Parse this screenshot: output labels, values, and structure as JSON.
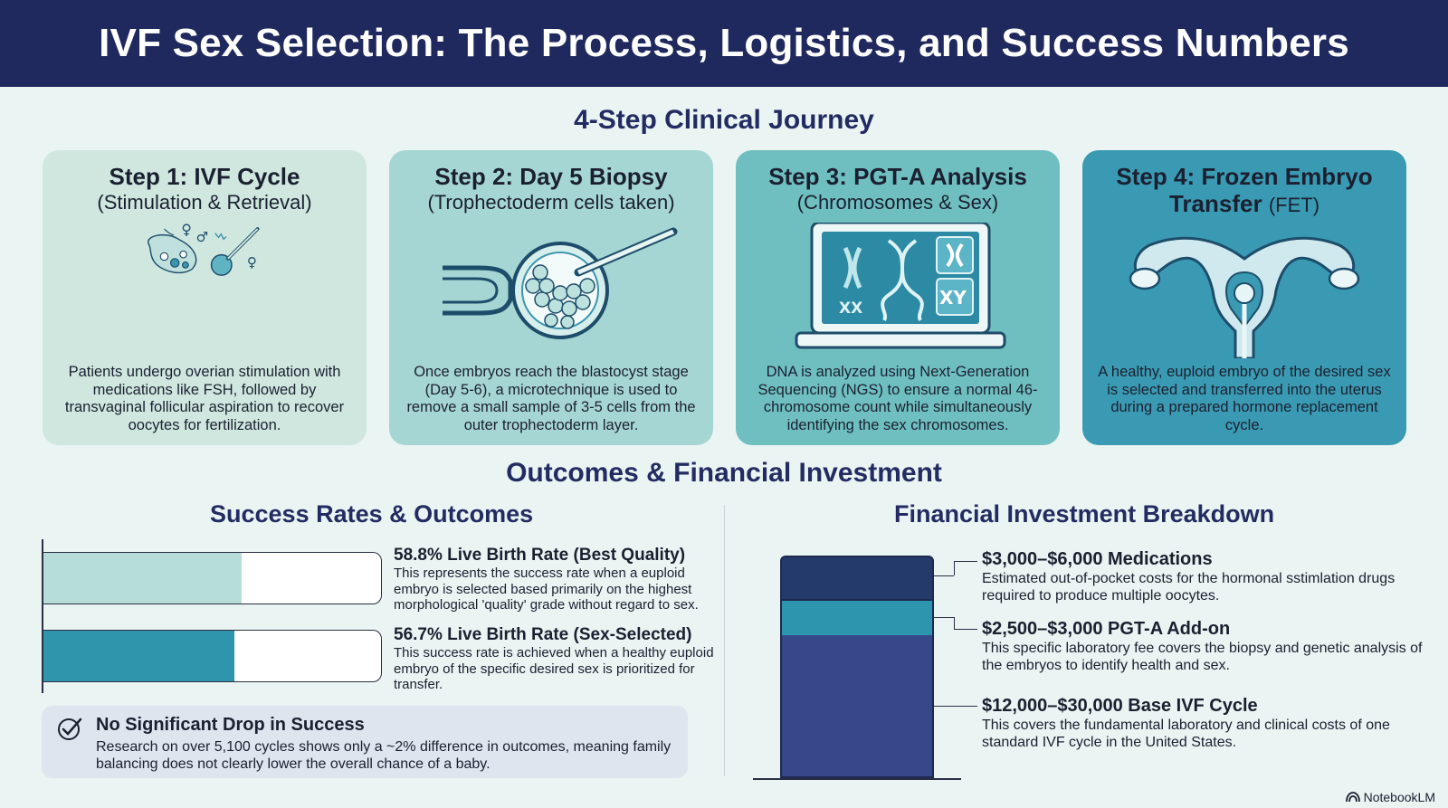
{
  "header": {
    "title": "IVF Sex Selection: The Process, Logistics, and Success Numbers"
  },
  "journey": {
    "title": "4-Step Clinical Journey",
    "steps": [
      {
        "title": "Step 1: IVF Cycle",
        "subtitle": "(Stimulation & Retrieval)",
        "description": "Patients undergo overian stimulation with medications like FSH, followed by transvaginal follicular aspiration to recover oocytes for fertilization.",
        "icon": "ovary-syringe-icon"
      },
      {
        "title": "Step 2: Day 5 Biopsy",
        "subtitle": "(Trophectoderm cells taken)",
        "description": "Once embryos reach the blastocyst stage (Day 5-6), a microtechnique is used to remove a small sample of 3-5 cells from the outer trophectoderm layer.",
        "icon": "blastocyst-biopsy-icon"
      },
      {
        "title": "Step 3: PGT-A Analysis",
        "subtitle": "(Chromosomes & Sex)",
        "description": "DNA is analyzed using Next-Generation Sequencing (NGS) to ensure a normal 46-chromosome count while simultaneously identifying the sex chromosomes.",
        "icon": "laptop-dna-icon",
        "labels": [
          "XX",
          "XY"
        ]
      },
      {
        "title": "Step 4: Frozen Embryo",
        "title2": "Transfer",
        "title_suffix": "(FET)",
        "description": "A healthy, euploid embryo of the desired sex is selected and transferred into the uterus during a prepared hormone replacement cycle.",
        "icon": "uterus-icon"
      }
    ]
  },
  "outcomes": {
    "title": "Outcomes & Financial Investment",
    "success": {
      "title": "Success Rates & Outcomes",
      "bars": [
        {
          "title": "58.8% Live Birth Rate (Best Quality)",
          "value": 58.8,
          "description": "This represents the success rate when a euploid embryo is selected based primarily on the highest morphological 'quality' grade without regard to sex.",
          "color": "#b6ddd8"
        },
        {
          "title": "56.7% Live Birth Rate (Sex-Selected)",
          "value": 56.7,
          "description": "This success rate is achieved when a healthy euploid embryo of the specific desired sex is prioritized for transfer.",
          "color": "#2f95ad"
        }
      ],
      "note": {
        "title": "No Significant Drop in Success",
        "description": "Research on over 5,100 cycles shows only a ~2% difference in outcomes, meaning family balancing does not clearly lower the overall chance of a baby.",
        "icon": "check-circle-icon"
      }
    },
    "finance": {
      "title": "Financial Investment Breakdown",
      "items": [
        {
          "title": "$3,000–$6,000 Medications",
          "description": "Estimated out-of-pocket costs for the hormonal sstimlation drugs required to produce multiple oocytes.",
          "color": "#233a6b"
        },
        {
          "title": "$2,500–$3,000 PGT-A Add-on",
          "description": "This specific laboratory fee covers the biopsy and genetic analysis of the embryos to identify health and sex.",
          "color": "#2d96ae"
        },
        {
          "title": "$12,000–$30,000 Base IVF Cycle",
          "description": "This covers the fundamental laboratory and clinical costs of one standard IVF cycle in the United States.",
          "color": "#36478a"
        }
      ]
    }
  },
  "brand": {
    "label": "NotebookLM",
    "icon": "notebooklm-logo-icon"
  }
}
